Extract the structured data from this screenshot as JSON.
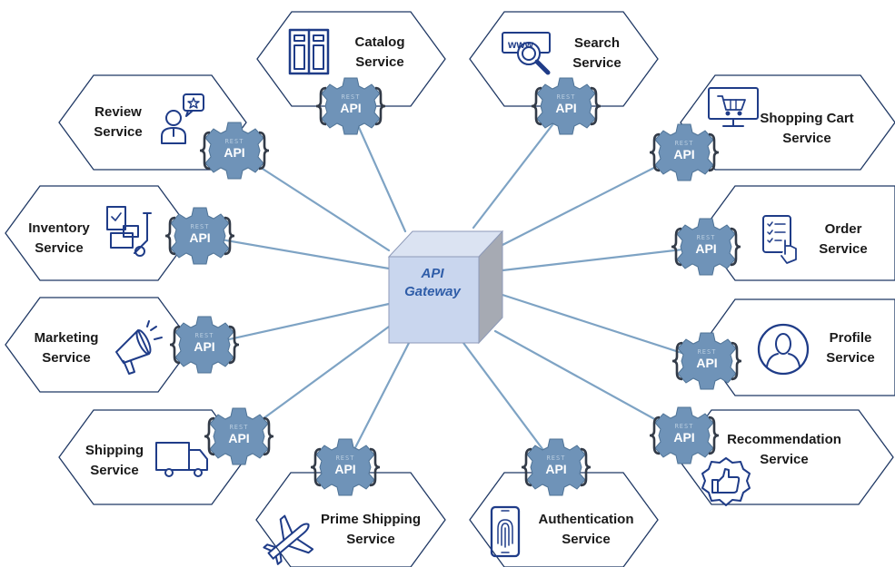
{
  "gateway": {
    "line1": "API",
    "line2": "Gateway"
  },
  "badge": {
    "rest": "REST",
    "api": "API"
  },
  "colors": {
    "hex_stroke": "#1f3864",
    "icon": "#1f3c88",
    "gear": "#6f93b8",
    "gear_edge": "#4f7396",
    "line": "#7ea3c4",
    "cube_front": "#c9d6ee",
    "cube_top": "#dbe3f2",
    "cube_side": "#a6aab3"
  },
  "services": [
    {
      "id": "catalog",
      "line1": "Catalog",
      "line2": "Service",
      "icon": "catalog-icon"
    },
    {
      "id": "search",
      "line1": "Search",
      "line2": "Service",
      "icon": "www-search-icon"
    },
    {
      "id": "review",
      "line1": "Review",
      "line2": "Service",
      "icon": "review-person-icon"
    },
    {
      "id": "shopping-cart",
      "line1": "Shopping Cart",
      "line2": "Service",
      "icon": "shopping-cart-monitor-icon"
    },
    {
      "id": "inventory",
      "line1": "Inventory",
      "line2": "Service",
      "icon": "hand-truck-icon"
    },
    {
      "id": "order",
      "line1": "Order",
      "line2": "Service",
      "icon": "checklist-icon"
    },
    {
      "id": "marketing",
      "line1": "Marketing",
      "line2": "Service",
      "icon": "megaphone-icon"
    },
    {
      "id": "profile",
      "line1": "Profile",
      "line2": "Service",
      "icon": "profile-icon"
    },
    {
      "id": "shipping",
      "line1": "Shipping",
      "line2": "Service",
      "icon": "delivery-truck-icon"
    },
    {
      "id": "recommendation",
      "line1": "Recommendation",
      "line2": "Service",
      "icon": "thumbs-up-icon"
    },
    {
      "id": "prime-shipping",
      "line1": "Prime Shipping",
      "line2": "Service",
      "icon": "airplane-icon"
    },
    {
      "id": "authentication",
      "line1": "Authentication",
      "line2": "Service",
      "icon": "fingerprint-phone-icon"
    }
  ]
}
